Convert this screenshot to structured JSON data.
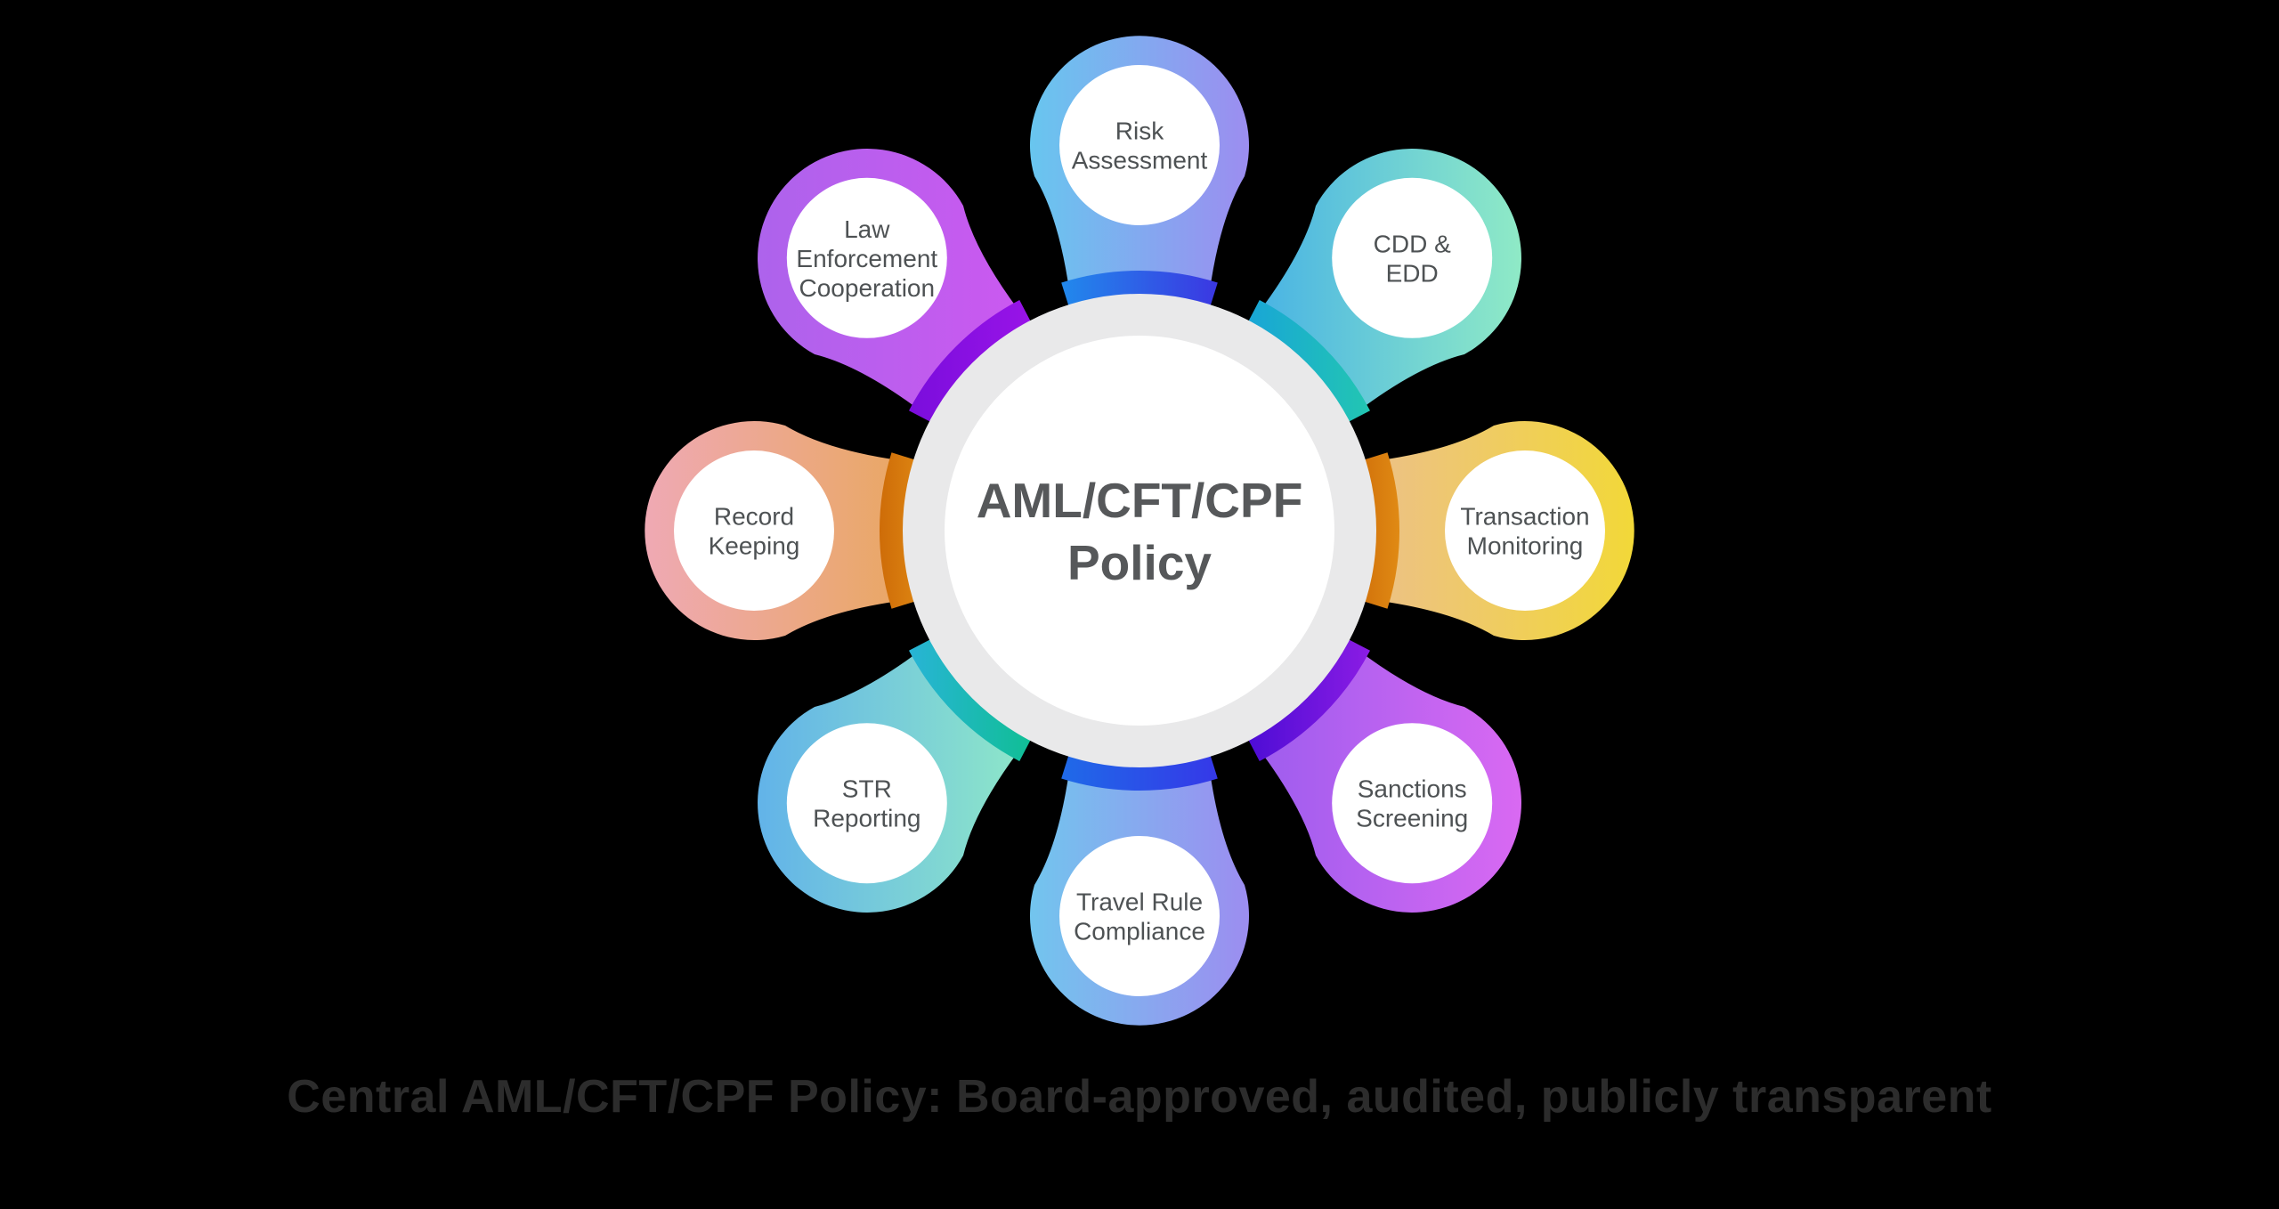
{
  "background_color": "#000000",
  "center": {
    "title_lines": [
      "AML/CFT/CPF",
      "Policy"
    ],
    "title_text": "AML/CFT/CPF Policy",
    "text_color": "#56585a",
    "circle_color": "#ffffff",
    "ring_color": "#e9e9ea"
  },
  "petals": [
    {
      "id": "risk-assessment",
      "angle": 0,
      "label": "Risk Assessment",
      "lines": [
        "Risk",
        "Assessment"
      ],
      "gradient": [
        "#68c6ef",
        "#9c8df0"
      ],
      "cap_gradient": [
        "#2189ec",
        "#3b37e2"
      ]
    },
    {
      "id": "cdd-edd",
      "angle": 45,
      "label": "CDD & EDD",
      "lines": [
        "CDD &",
        "EDD"
      ],
      "gradient": [
        "#45b0e6",
        "#8feac6"
      ],
      "cap_gradient": [
        "#18a4d8",
        "#22c6b2"
      ]
    },
    {
      "id": "transaction-monitoring",
      "angle": 90,
      "label": "Transaction Monitoring",
      "lines": [
        "Transaction",
        "Monitoring"
      ],
      "gradient": [
        "#ecbf8d",
        "#f2d838"
      ],
      "cap_gradient": [
        "#ce6c08",
        "#e08a14"
      ]
    },
    {
      "id": "sanctions-screening",
      "angle": 135,
      "label": "Sanctions Screening",
      "lines": [
        "Sanctions",
        "Screening"
      ],
      "gradient": [
        "#9a5cee",
        "#d969f2"
      ],
      "cap_gradient": [
        "#4a0cd4",
        "#8b1ce4"
      ]
    },
    {
      "id": "travel-rule-compliance",
      "angle": 180,
      "label": "Travel Rule Compliance",
      "lines": [
        "Travel Rule",
        "Compliance"
      ],
      "gradient": [
        "#72c5ee",
        "#9c8df0"
      ],
      "cap_gradient": [
        "#1f6ae8",
        "#3538e8"
      ]
    },
    {
      "id": "str-reporting",
      "angle": 225,
      "label": "STR Reporting",
      "lines": [
        "STR",
        "Reporting"
      ],
      "gradient": [
        "#62b3e9",
        "#90e9c7"
      ],
      "cap_gradient": [
        "#28b4d6",
        "#0fbf92"
      ]
    },
    {
      "id": "record-keeping",
      "angle": 270,
      "label": "Record Keeping",
      "lines": [
        "Record",
        "Keeping"
      ],
      "gradient": [
        "#efa9b4",
        "#e9a75c"
      ],
      "cap_gradient": [
        "#ce6c08",
        "#e08a14"
      ]
    },
    {
      "id": "law-enforcement-cooperation",
      "angle": 315,
      "label": "Law Enforcement Cooperation",
      "lines": [
        "Law",
        "Enforcement",
        "Cooperation"
      ],
      "gradient": [
        "#ad63ec",
        "#cd58f0"
      ],
      "cap_gradient": [
        "#7a0ddc",
        "#9a14e8"
      ]
    }
  ],
  "petal_label_color": "#4e5254",
  "caption": {
    "text": "Central AML/CFT/CPF Policy: Board-approved, audited, publicly transparent",
    "color": "#2c2c2c"
  }
}
